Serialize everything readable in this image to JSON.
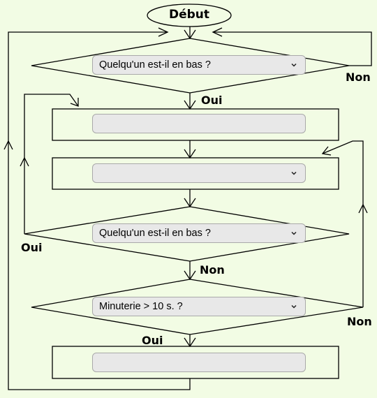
{
  "start_label": "Début",
  "labels": {
    "non_top": "Non",
    "oui_1": "Oui",
    "oui_2": "Oui",
    "non_mid": "Non",
    "non_right": "Non",
    "oui_3": "Oui"
  },
  "dropdowns": {
    "decision1": "Quelqu'un est-il en bas ?",
    "action1": "",
    "action2": "",
    "decision2": "Quelqu'un est-il en bas ?",
    "decision3": "Minuterie > 10 s. ?",
    "action3": ""
  },
  "icons": {
    "dropdown": "chevron-down-icon"
  },
  "colors": {
    "background": "#f2fce4",
    "line": "#000000",
    "dropdown_bg": "#e8e8e8",
    "dropdown_border": "#a9a9a9"
  }
}
